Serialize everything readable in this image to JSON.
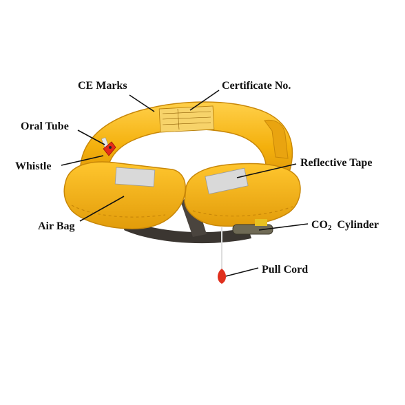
{
  "labels": {
    "ce_marks": "CE Marks",
    "certificate_no": "Certificate No.",
    "oral_tube": "Oral Tube",
    "whistle": "Whistle",
    "reflective_tape": "Reflective Tape",
    "air_bag": "Air Bag",
    "co2_prefix": "CO",
    "co2_subscript": "2",
    "co2_suffix": "Cylinder",
    "pull_cord": "Pull Cord"
  },
  "colors": {
    "bladder": "#f4b00c",
    "bladder_dark": "#d9920a",
    "bladder_light": "#ffd04a",
    "tape": "#d9d9d9",
    "whistle": "#e52a1a",
    "cord_toggle": "#e0301e",
    "leader_line": "#111111"
  }
}
